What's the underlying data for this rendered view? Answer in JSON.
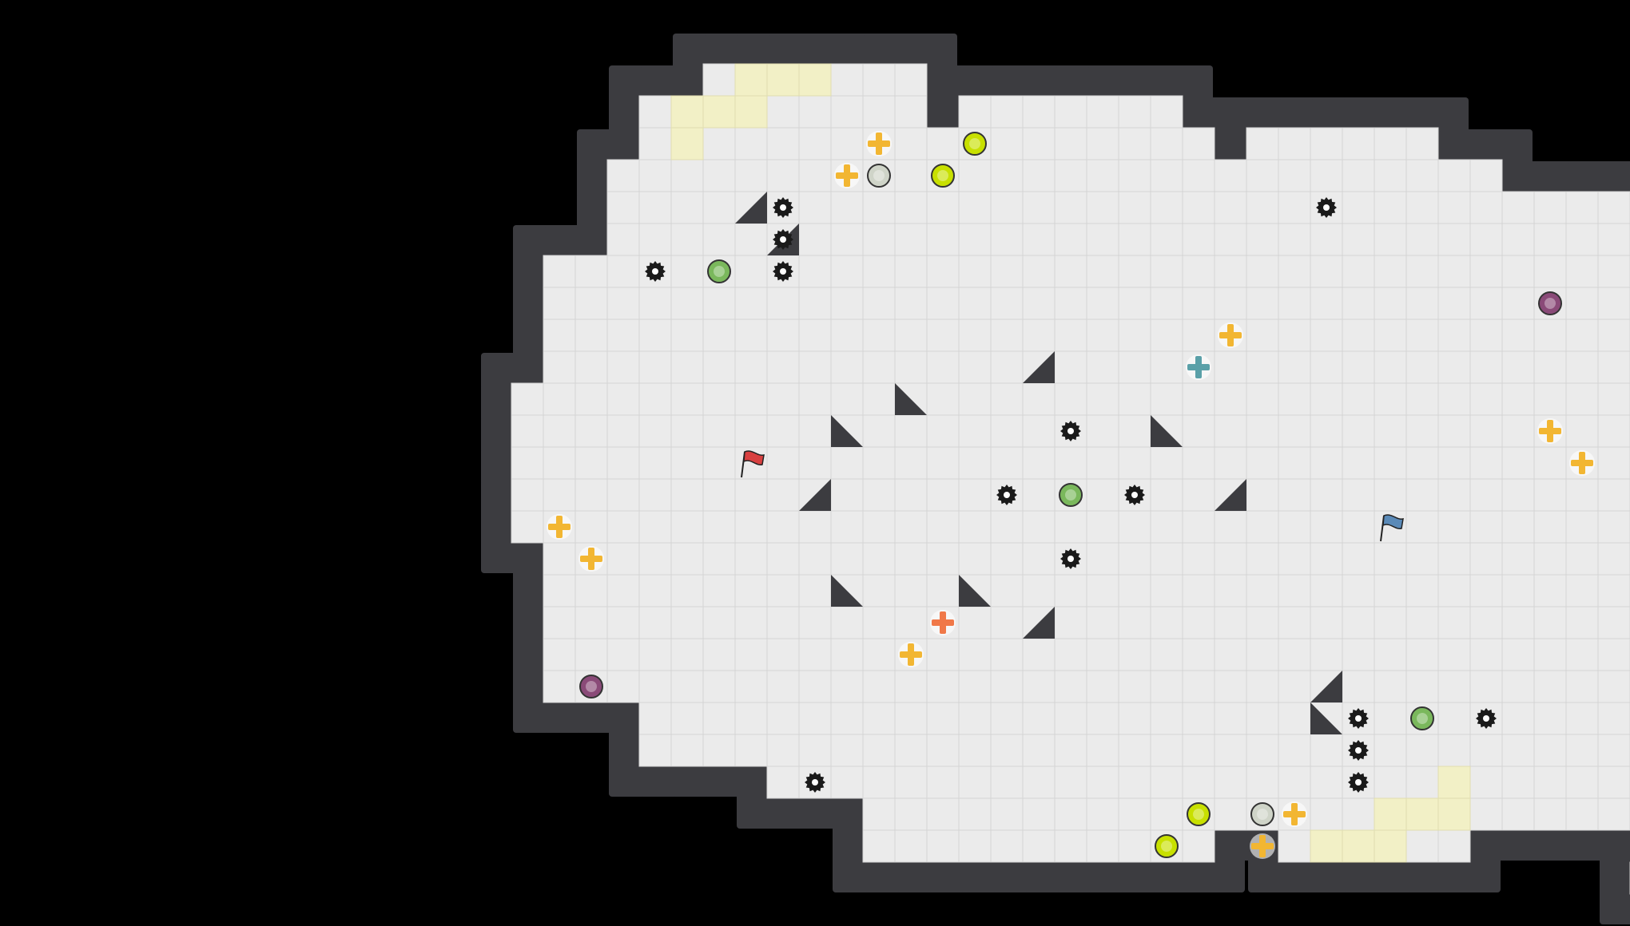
{
  "map": {
    "rows": [
      "...................................................",
      "..............#######..............................",
      "............#########.#######......................",
      "............##################.######..............",
      "...........############################............",
      "...........######################################..",
      "...........######################################..",
      ".........########################################..",
      ".........########################################..",
      ".........########################################..",
      ".........########################################..",
      "........##########################################.",
      "........##########################################.",
      "........##########################################.",
      "........##########################################.",
      "........##########################################.",
      ".........########################################..",
      ".........########################################..",
      ".........########################################..",
      ".........########################################..",
      ".........#######################################...",
      "............###################################....",
      "............###################################....",
      "................##############################.....",
      "...................###########################.....",
      "...................###########..######.............",
      "...........................................#......."
    ]
  },
  "colors": {
    "background": "#000000",
    "floor": "#ebebeb",
    "grid_line": "#d4d4d4",
    "wall": "#3c3c40",
    "wall_edge": "#6a6a70",
    "base_tile": "#f2f0c6",
    "gear": "#1a1a1a",
    "yellow_orb": "#c8e000",
    "gray_orb": "#cfd4c8",
    "green_orb": "#7ab85c",
    "purple_orb": "#8a4a78",
    "yellow_plus": "#f2b632",
    "teal_plus": "#5aa0a8",
    "orange_plus": "#f07848",
    "red_flag": "#d84040",
    "blue_flag": "#5a8ab8"
  },
  "entities": {
    "gears": [
      [
        16,
        5
      ],
      [
        16,
        6
      ],
      [
        16,
        7
      ],
      [
        12,
        7
      ],
      [
        33,
        5
      ],
      [
        25,
        12
      ],
      [
        23,
        14
      ],
      [
        27,
        14
      ],
      [
        25,
        16
      ],
      [
        34,
        21
      ],
      [
        34,
        22
      ],
      [
        34,
        23
      ],
      [
        38,
        21
      ],
      [
        17,
        23
      ]
    ],
    "yellow_orbs": [
      [
        22,
        3
      ],
      [
        21,
        4
      ],
      [
        29,
        24
      ],
      [
        28,
        25
      ]
    ],
    "gray_orbs": [
      [
        19,
        4
      ],
      [
        31,
        24
      ]
    ],
    "green_orbs": [
      [
        14,
        7
      ],
      [
        25,
        14
      ],
      [
        36,
        21
      ]
    ],
    "purple_orbs": [
      [
        40,
        8
      ],
      [
        10,
        20
      ]
    ],
    "yellow_plus": [
      [
        19,
        3
      ],
      [
        18,
        4
      ],
      [
        30,
        9
      ],
      [
        40,
        12
      ],
      [
        41,
        13
      ],
      [
        9,
        15
      ],
      [
        10,
        16
      ],
      [
        20,
        19
      ],
      [
        32,
        24
      ],
      [
        31,
        25
      ]
    ],
    "teal_plus": [
      [
        29,
        10
      ]
    ],
    "orange_plus": [
      [
        21,
        18
      ]
    ],
    "flags": [
      {
        "team": "red",
        "cell": [
          15,
          13
        ]
      },
      {
        "team": "blue",
        "cell": [
          35,
          15
        ]
      }
    ],
    "base_red": [
      [
        15,
        1
      ],
      [
        16,
        1
      ],
      [
        17,
        1
      ],
      [
        13,
        2
      ],
      [
        14,
        2
      ],
      [
        15,
        2
      ],
      [
        13,
        3
      ]
    ],
    "base_blue": [
      [
        37,
        23
      ],
      [
        35,
        24
      ],
      [
        36,
        24
      ],
      [
        37,
        24
      ],
      [
        33,
        25
      ],
      [
        34,
        25
      ],
      [
        35,
        25
      ]
    ]
  }
}
